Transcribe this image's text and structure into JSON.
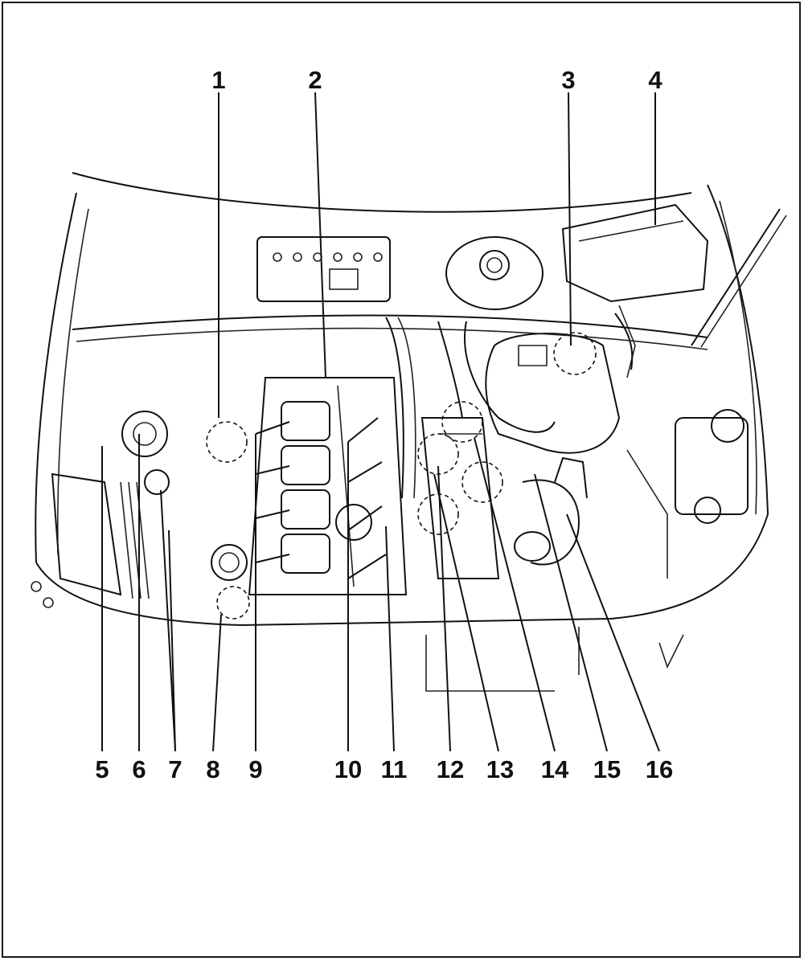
{
  "callouts": {
    "top": [
      {
        "id": "1",
        "label": "1"
      },
      {
        "id": "2",
        "label": "2"
      },
      {
        "id": "3",
        "label": "3"
      },
      {
        "id": "4",
        "label": "4"
      }
    ],
    "bottom": [
      {
        "id": "5",
        "label": "5"
      },
      {
        "id": "6",
        "label": "6"
      },
      {
        "id": "7",
        "label": "7"
      },
      {
        "id": "8",
        "label": "8"
      },
      {
        "id": "9",
        "label": "9"
      },
      {
        "id": "10",
        "label": "10"
      },
      {
        "id": "11",
        "label": "11"
      },
      {
        "id": "12",
        "label": "12"
      },
      {
        "id": "13",
        "label": "13"
      },
      {
        "id": "14",
        "label": "14"
      },
      {
        "id": "15",
        "label": "15"
      },
      {
        "id": "16",
        "label": "16"
      }
    ]
  },
  "colors": {
    "line": "#111111",
    "background": "#ffffff"
  }
}
